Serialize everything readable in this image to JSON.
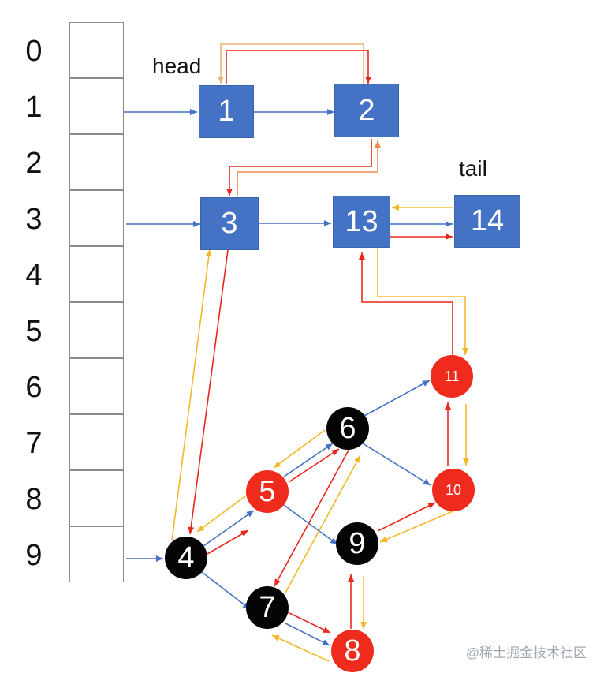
{
  "colors": {
    "blue": "#4472c4",
    "red": "#e8281c",
    "yellow": "#f2b829",
    "orange": "#ed8a52",
    "peach": "#efb27b",
    "black": "#050505"
  },
  "indices": [
    "0",
    "1",
    "2",
    "3",
    "4",
    "5",
    "6",
    "7",
    "8",
    "9"
  ],
  "labels": {
    "head": "head",
    "tail": "tail"
  },
  "list_nodes": [
    {
      "id": "n1",
      "label": "1"
    },
    {
      "id": "n2",
      "label": "2"
    },
    {
      "id": "n3",
      "label": "3"
    },
    {
      "id": "n13",
      "label": "13"
    },
    {
      "id": "n14",
      "label": "14"
    }
  ],
  "tree_nodes": [
    {
      "id": "t4",
      "label": "4",
      "color": "black"
    },
    {
      "id": "t5",
      "label": "5",
      "color": "red"
    },
    {
      "id": "t6",
      "label": "6",
      "color": "black"
    },
    {
      "id": "t7",
      "label": "7",
      "color": "black"
    },
    {
      "id": "t8",
      "label": "8",
      "color": "red"
    },
    {
      "id": "t9",
      "label": "9",
      "color": "black"
    },
    {
      "id": "t10",
      "label": "10",
      "color": "red"
    },
    {
      "id": "t11",
      "label": "11",
      "color": "red"
    }
  ],
  "edges": [
    {
      "from": "bucket-1",
      "to": "n1",
      "color": "blue",
      "kind": "bucket-pointer"
    },
    {
      "from": "bucket-3",
      "to": "n3",
      "color": "blue",
      "kind": "bucket-pointer"
    },
    {
      "from": "bucket-9",
      "to": "t4",
      "color": "blue",
      "kind": "bucket-pointer"
    },
    {
      "from": "n1",
      "to": "n2",
      "color": "blue",
      "kind": "next"
    },
    {
      "from": "n3",
      "to": "n13",
      "color": "blue",
      "kind": "next"
    },
    {
      "from": "n13",
      "to": "n14",
      "color": "blue",
      "kind": "next"
    },
    {
      "from": "n1",
      "to": "n2",
      "color": "red",
      "kind": "after"
    },
    {
      "from": "n2",
      "to": "n1",
      "color": "peach",
      "kind": "before"
    },
    {
      "from": "n2",
      "to": "n3",
      "color": "red",
      "kind": "after"
    },
    {
      "from": "n3",
      "to": "n2",
      "color": "orange",
      "kind": "before"
    },
    {
      "from": "n13",
      "to": "n14",
      "color": "red",
      "kind": "after"
    },
    {
      "from": "n14",
      "to": "n13",
      "color": "yellow",
      "kind": "before"
    },
    {
      "from": "n3",
      "to": "t4",
      "color": "red",
      "kind": "after"
    },
    {
      "from": "t4",
      "to": "n3",
      "color": "yellow",
      "kind": "before"
    },
    {
      "from": "t4",
      "to": "t5",
      "color": "blue",
      "kind": "tree"
    },
    {
      "from": "t4",
      "to": "t7",
      "color": "blue",
      "kind": "tree"
    },
    {
      "from": "t5",
      "to": "t6",
      "color": "blue",
      "kind": "tree"
    },
    {
      "from": "t5",
      "to": "t9",
      "color": "blue",
      "kind": "tree"
    },
    {
      "from": "t6",
      "to": "t11",
      "color": "blue",
      "kind": "tree"
    },
    {
      "from": "t6",
      "to": "t10",
      "color": "blue",
      "kind": "tree"
    },
    {
      "from": "t7",
      "to": "t8",
      "color": "blue",
      "kind": "tree"
    },
    {
      "from": "t4",
      "to": "t5",
      "color": "red",
      "kind": "after"
    },
    {
      "from": "t5",
      "to": "t4",
      "color": "yellow",
      "kind": "before"
    },
    {
      "from": "t5",
      "to": "t6",
      "color": "red",
      "kind": "after"
    },
    {
      "from": "t6",
      "to": "t5",
      "color": "yellow",
      "kind": "before"
    },
    {
      "from": "t6",
      "to": "t7",
      "color": "red",
      "kind": "after"
    },
    {
      "from": "t7",
      "to": "t6",
      "color": "yellow",
      "kind": "before"
    },
    {
      "from": "t7",
      "to": "t8",
      "color": "red",
      "kind": "after"
    },
    {
      "from": "t8",
      "to": "t7",
      "color": "yellow",
      "kind": "before"
    },
    {
      "from": "t8",
      "to": "t9",
      "color": "red",
      "kind": "after"
    },
    {
      "from": "t9",
      "to": "t8",
      "color": "yellow",
      "kind": "before"
    },
    {
      "from": "t9",
      "to": "t10",
      "color": "red",
      "kind": "after"
    },
    {
      "from": "t10",
      "to": "t9",
      "color": "yellow",
      "kind": "before"
    },
    {
      "from": "t10",
      "to": "t11",
      "color": "red",
      "kind": "after"
    },
    {
      "from": "t11",
      "to": "t10",
      "color": "yellow",
      "kind": "before"
    },
    {
      "from": "t11",
      "to": "n13",
      "color": "red",
      "kind": "after"
    },
    {
      "from": "n13",
      "to": "t11",
      "color": "yellow",
      "kind": "before"
    }
  ],
  "watermark": "@稀土掘金技术社区"
}
